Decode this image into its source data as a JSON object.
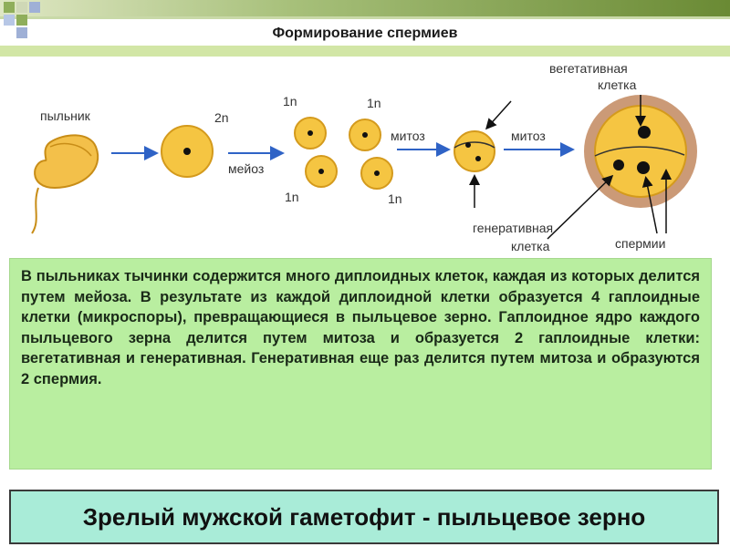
{
  "title": "Формирование спермиев",
  "diagram": {
    "labels": {
      "anther": "пыльник",
      "diploid": "2n",
      "meiosis": "мейоз",
      "haploid_1": "1n",
      "haploid_2": "1n",
      "haploid_3": "1n",
      "haploid_4": "1n",
      "mitosis_1": "митоз",
      "mitosis_2": "митоз",
      "vegetative_line1": "вегетативная",
      "vegetative_line2": "клетка",
      "generative_line1": "генеративная",
      "generative_line2": "клетка",
      "sperm": "спермии"
    },
    "colors": {
      "cell_fill": "#f5c542",
      "cell_stroke": "#d49a1c",
      "arrow": "#2f63c6",
      "pollen_halo": "#b9784a"
    }
  },
  "body_text": "В пыльниках тычинки содержится много диплоидных клеток, каждая из которых делится путем мейоза. В результате из каждой диплоидной клетки образуется  4 гаплоидные клетки (микроспоры), превращающиеся в пыльцевое зерно.  Гаплоидное ядро каждого пыльцевого зерна делится путем митоза и образуется 2 гаплоидные клетки: вегетативная и генеративная. Генеративная еще раз делится путем митоза и образуются 2 спермия.",
  "bottom_caption": "Зрелый мужской гаметофит - пыльцевое зерно"
}
